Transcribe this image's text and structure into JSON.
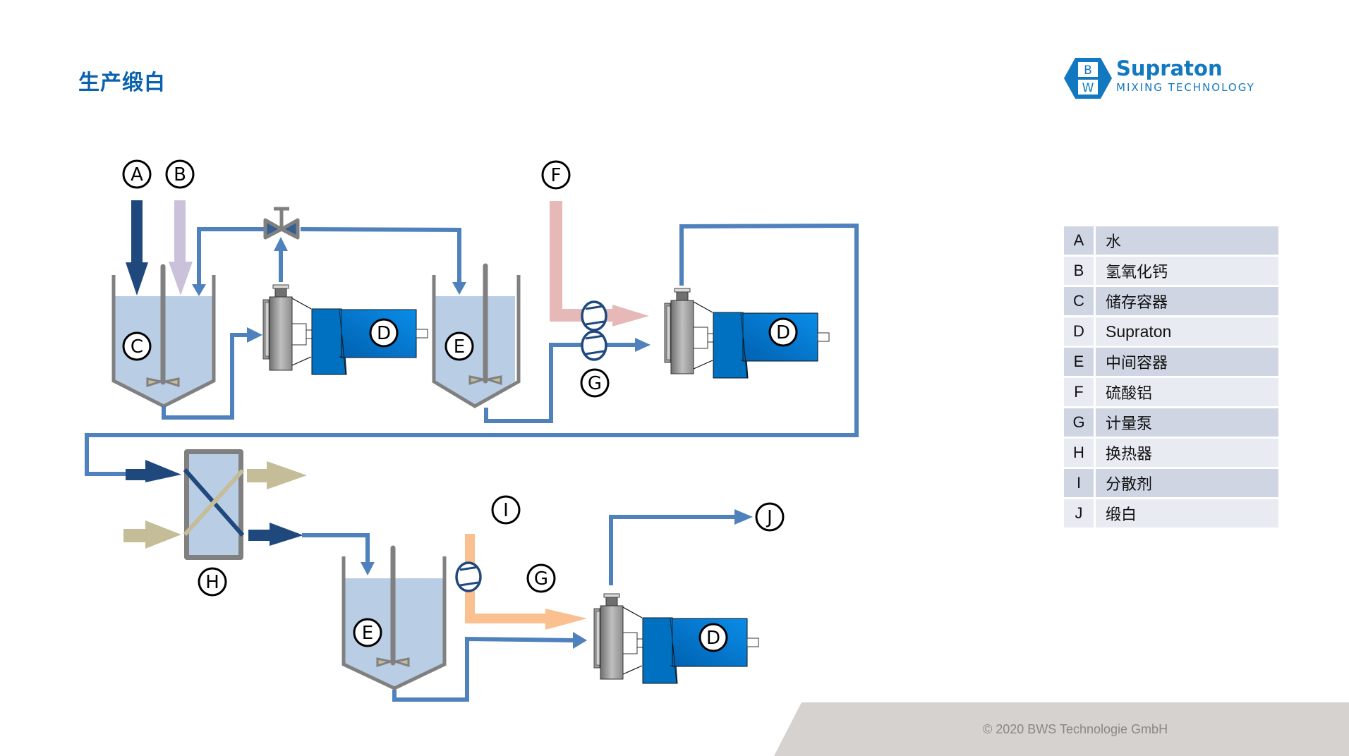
{
  "header": {
    "title": "生产缎白"
  },
  "logo": {
    "icon": "bws-hexagon-logo-icon",
    "icon_letters": [
      "B",
      "W"
    ],
    "name": "Supraton",
    "tagline": "MIXING TECHNOLOGY",
    "color": "#1278c0"
  },
  "diagram": {
    "labels": {
      "A": "A",
      "B": "B",
      "C": "C",
      "D": "D",
      "E": "E",
      "F": "F",
      "G": "G",
      "H": "H",
      "I": "I",
      "J": "J"
    },
    "colors": {
      "pipe": "#4f81bd",
      "water": "#1f497d",
      "calcium_hydroxide": "#ccc1da",
      "aluminium_sulfate": "#e6b9b8",
      "dispersant": "#fac090",
      "heat_medium": "#c4bd97",
      "tank_liquid": "#b9cde5",
      "tank_wall": "#808080",
      "motor": "#0070c0"
    }
  },
  "legend": {
    "items": [
      {
        "key": "A",
        "label": "水"
      },
      {
        "key": "B",
        "label": "氢氧化钙"
      },
      {
        "key": "C",
        "label": "储存容器"
      },
      {
        "key": "D",
        "label": "Supraton"
      },
      {
        "key": "E",
        "label": "中间容器"
      },
      {
        "key": "F",
        "label": "硫酸铝"
      },
      {
        "key": "G",
        "label": "计量泵"
      },
      {
        "key": "H",
        "label": "换热器"
      },
      {
        "key": "I",
        "label": "分散剂"
      },
      {
        "key": "J",
        "label": "缎白"
      }
    ]
  },
  "footer": {
    "copyright": "© 2020 BWS Technologie GmbH"
  }
}
